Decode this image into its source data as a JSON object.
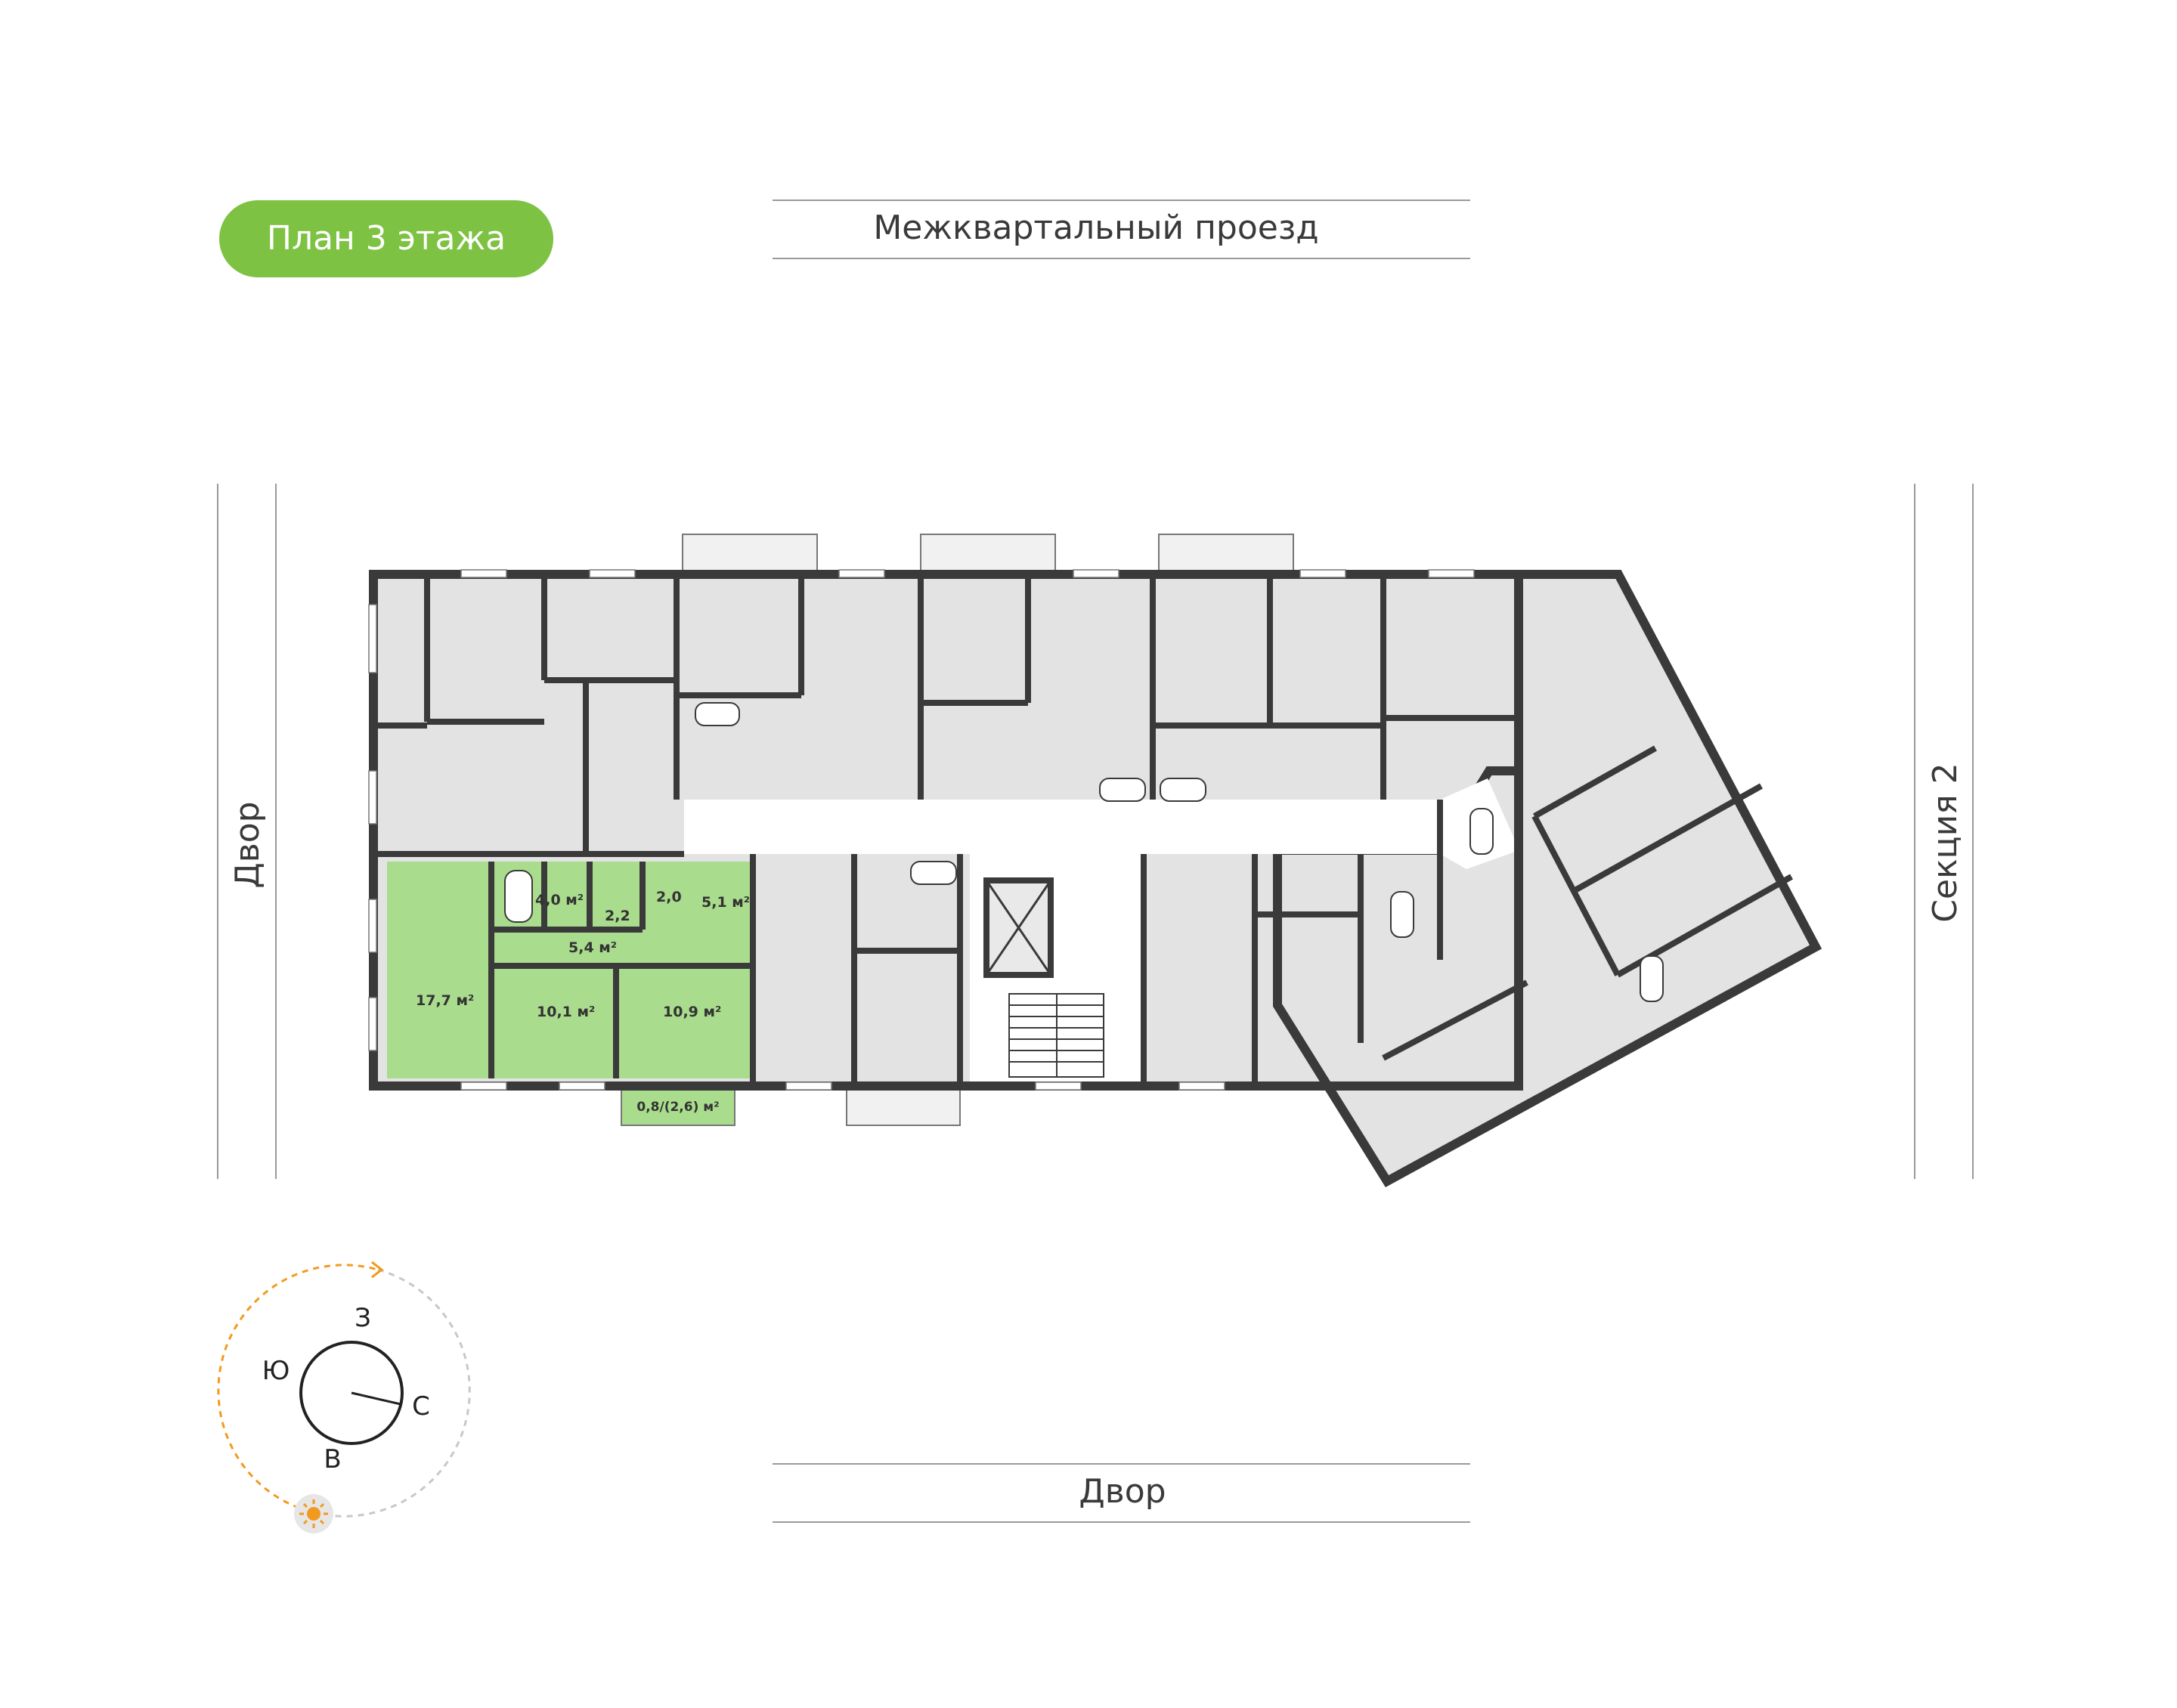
{
  "badge": {
    "label": "План 3 этажа"
  },
  "streets": {
    "top": "Межквартальный проезд",
    "bottom": "Двор",
    "left": "Двор",
    "right": "Секция 2"
  },
  "apartment_areas": {
    "room_left": "17,7 м²",
    "room_middle": "10,1 м²",
    "room_right": "10,9 м²",
    "bathroom": "4,0 м²",
    "wc": "2,2",
    "storage": "2,0",
    "kitchen": "5,1 м²",
    "hall": "5,4 м²",
    "balcony": "0,8/(2,6) м²"
  },
  "compass": {
    "west": "З",
    "south": "Ю",
    "north": "С",
    "east": "В",
    "sun_icon": "sun-icon"
  },
  "colors": {
    "badge": "#7dc242",
    "highlight": "#a9dc8d",
    "room_fill": "#e3e3e3",
    "wall": "#3a3a3a",
    "sun_path": "#f29a1f"
  }
}
